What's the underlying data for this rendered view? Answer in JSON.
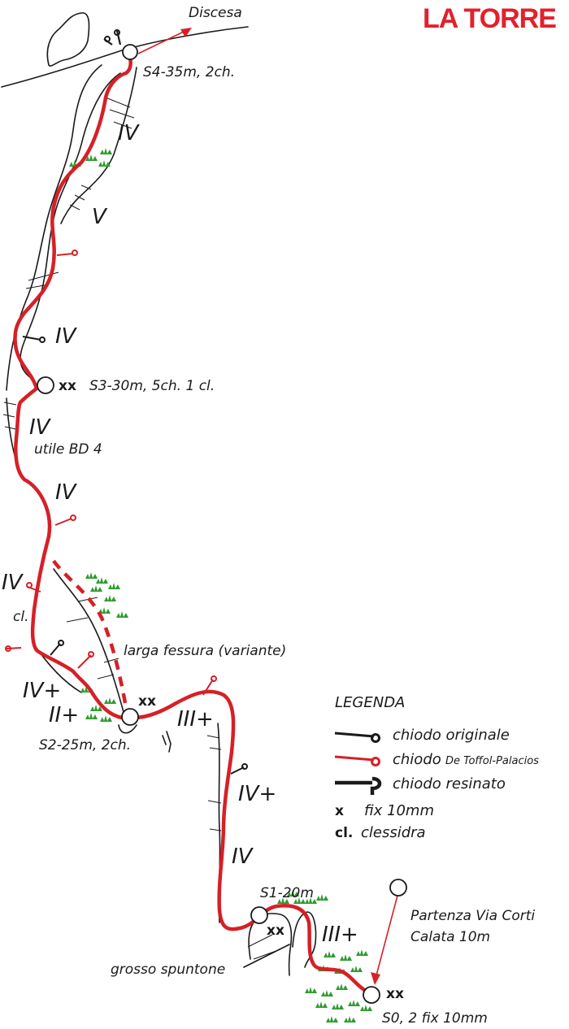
{
  "title": "LA TORRE",
  "descent": "Discesa",
  "stations": {
    "s4": "S4-35m, 2ch.",
    "s3": "S3-30m, 5ch. 1 cl.",
    "s2": "S2-25m, 2ch.",
    "s1": "S1-20m",
    "s0": "S0, 2 fix 10mm"
  },
  "fix_marks": {
    "s3": "xx",
    "s2": "xx",
    "s1": "xx",
    "s0": "xx"
  },
  "grades": {
    "p4_upper": "IV",
    "p4_v": "V",
    "p4_lower": "IV",
    "p3_upper": "IV",
    "p3_mid": "IV",
    "p3_left": "IV",
    "p3_ivplus": "IV+",
    "p3_iiplus": "II+",
    "p2_iiiplus": "III+",
    "p2_ivplus": "IV+",
    "p2_iv": "IV",
    "p1_iiiplus": "III+"
  },
  "notes": {
    "bd4": "utile BD 4",
    "cl": "cl.",
    "variant": "larga fessura (variante)",
    "spuntone": "grosso spuntone",
    "start_line1": "Partenza Via Corti",
    "start_line2": "Calata 10m"
  },
  "legend": {
    "heading": "LEGENDA",
    "original_peg": "chiodo originale",
    "new_peg_word": "chiodo",
    "new_peg_authors": "De Toffol-Palacios",
    "resin_peg": "chiodo resinato",
    "fix_symbol": "x",
    "fix_text": "fix 10mm",
    "cl_symbol": "cl.",
    "cl_text": "clessidra"
  },
  "colors": {
    "route": "#d62027",
    "title": "#e3202b",
    "grass": "#2e9b2e",
    "ink": "#1a1a1a"
  }
}
